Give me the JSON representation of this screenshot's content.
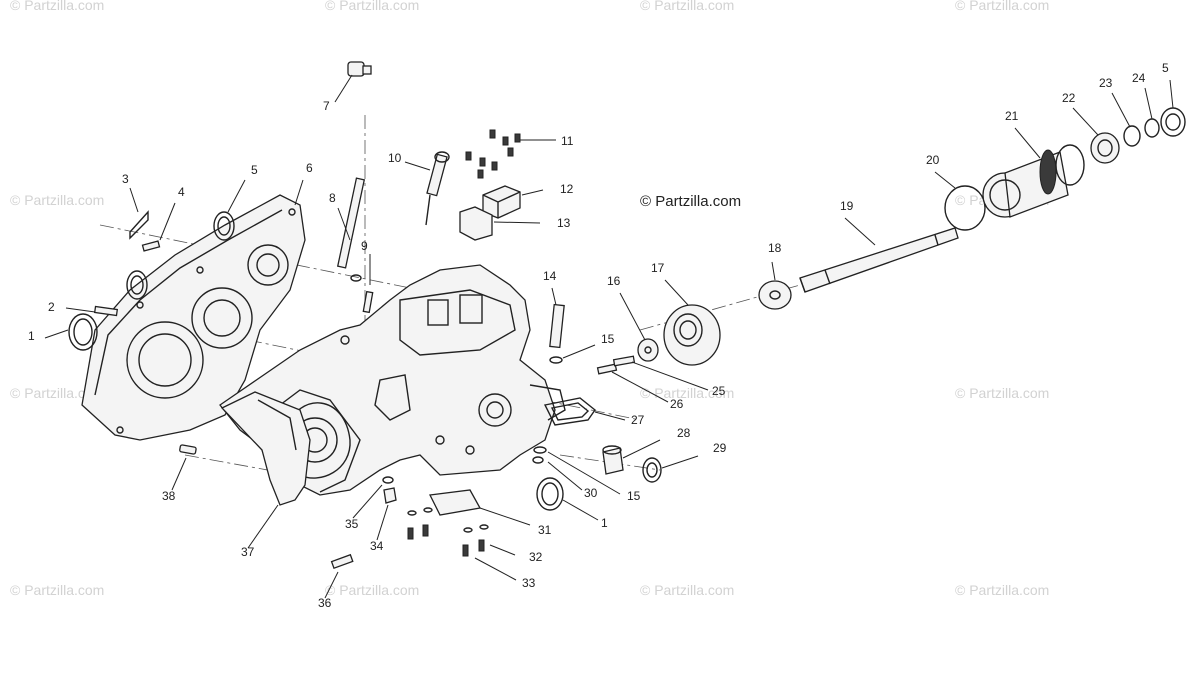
{
  "watermark": "© Partzilla.com",
  "copyright": "© Partzilla.com",
  "callouts": [
    "1",
    "2",
    "3",
    "4",
    "5",
    "6",
    "7",
    "8",
    "9",
    "10",
    "11",
    "12",
    "13",
    "14",
    "15",
    "16",
    "17",
    "18",
    "19",
    "20",
    "21",
    "22",
    "23",
    "24",
    "5",
    "25",
    "26",
    "27",
    "28",
    "29",
    "30",
    "15",
    "1",
    "31",
    "32",
    "33",
    "34",
    "35",
    "36",
    "37",
    "38"
  ],
  "colors": {
    "line": "#222222",
    "watermark": "#d2d2d2",
    "background": "#ffffff"
  }
}
